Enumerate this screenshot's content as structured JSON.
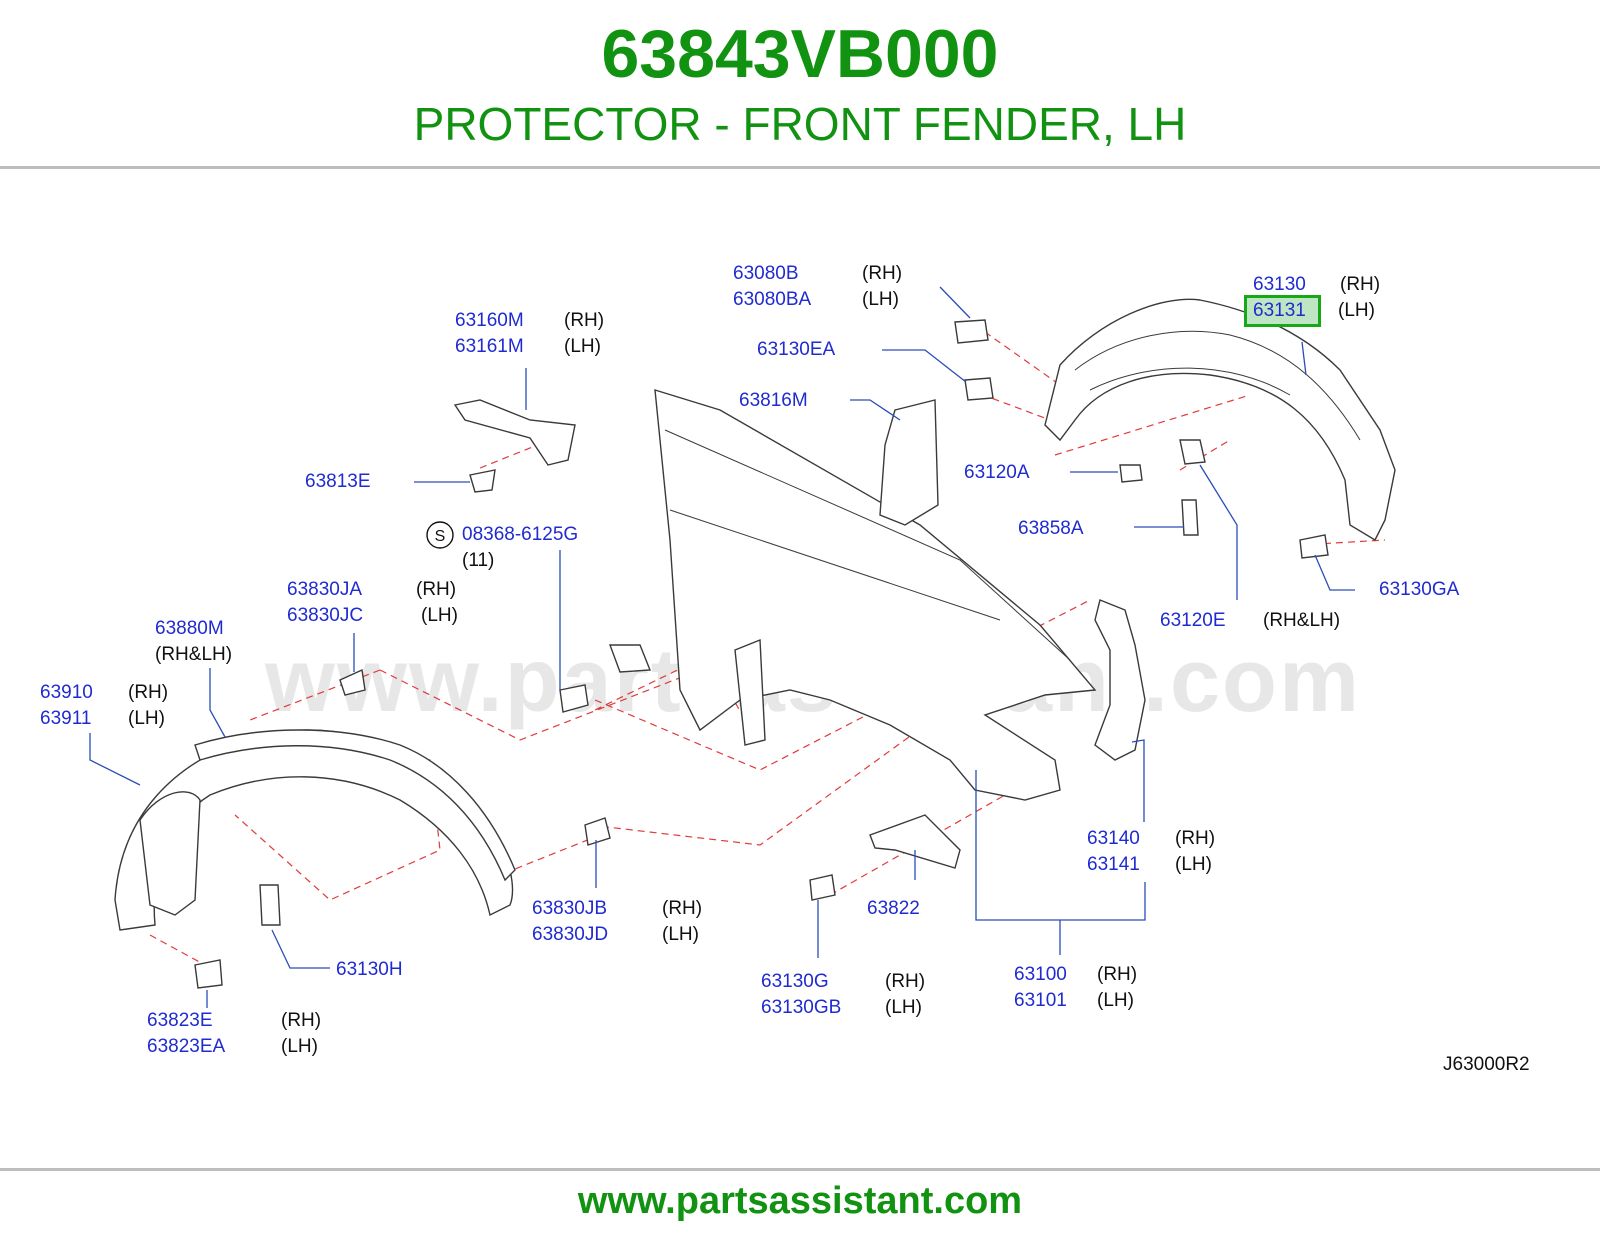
{
  "header": {
    "part_number": "63843VB000",
    "part_name": "PROTECTOR - FRONT FENDER, LH"
  },
  "colors": {
    "title_green": "#119211",
    "label_blue": "#1f2bd1",
    "leader_red": "#e23a3a",
    "highlight_fill": "#bfe6c2",
    "highlight_border": "#16a816"
  },
  "watermark": "www.partsassistant.com",
  "diagram_ref": "J63000R2",
  "callouts": [
    {
      "id": "63080",
      "rows": [
        {
          "pn": "63080B",
          "side": "(RH)"
        },
        {
          "pn": "63080BA",
          "side": "(LH)"
        }
      ]
    },
    {
      "id": "63130",
      "rows": [
        {
          "pn": "63130",
          "side": "(RH)"
        },
        {
          "pn": "63131",
          "side": "(LH)"
        }
      ]
    },
    {
      "id": "63160",
      "rows": [
        {
          "pn": "63160M",
          "side": "(RH)"
        },
        {
          "pn": "63161M",
          "side": "(LH)"
        }
      ]
    },
    {
      "id": "63130EA",
      "rows": [
        {
          "pn": "63130EA",
          "side": ""
        }
      ]
    },
    {
      "id": "63816M",
      "rows": [
        {
          "pn": "63816M",
          "side": ""
        }
      ]
    },
    {
      "id": "63813E",
      "rows": [
        {
          "pn": "63813E",
          "side": ""
        }
      ]
    },
    {
      "id": "63120A",
      "rows": [
        {
          "pn": "63120A",
          "side": ""
        }
      ]
    },
    {
      "id": "08368",
      "rows": [
        {
          "pn": "08368-6125G",
          "side": "(11)"
        }
      ]
    },
    {
      "id": "63858A",
      "rows": [
        {
          "pn": "63858A",
          "side": ""
        }
      ]
    },
    {
      "id": "63130GA",
      "rows": [
        {
          "pn": "63130GA",
          "side": ""
        }
      ]
    },
    {
      "id": "63830JA",
      "rows": [
        {
          "pn": "63830JA",
          "side": "(RH)"
        },
        {
          "pn": "63830JC",
          "side": "(LH)"
        }
      ]
    },
    {
      "id": "63880M",
      "rows": [
        {
          "pn": "63880M",
          "side": "(RH&LH)"
        }
      ]
    },
    {
      "id": "63120E",
      "rows": [
        {
          "pn": "63120E",
          "side": "(RH&LH)"
        }
      ]
    },
    {
      "id": "63910",
      "rows": [
        {
          "pn": "63910",
          "side": "(RH)"
        },
        {
          "pn": "63911",
          "side": "(LH)"
        }
      ]
    },
    {
      "id": "63140",
      "rows": [
        {
          "pn": "63140",
          "side": "(RH)"
        },
        {
          "pn": "63141",
          "side": "(LH)"
        }
      ]
    },
    {
      "id": "63830JB",
      "rows": [
        {
          "pn": "63830JB",
          "side": "(RH)"
        },
        {
          "pn": "63830JD",
          "side": "(LH)"
        }
      ]
    },
    {
      "id": "63822",
      "rows": [
        {
          "pn": "63822",
          "side": ""
        }
      ]
    },
    {
      "id": "63130H",
      "rows": [
        {
          "pn": "63130H",
          "side": ""
        }
      ]
    },
    {
      "id": "63130G",
      "rows": [
        {
          "pn": "63130G",
          "side": "(RH)"
        },
        {
          "pn": "63130GB",
          "side": "(LH)"
        }
      ]
    },
    {
      "id": "63100",
      "rows": [
        {
          "pn": "63100",
          "side": "(RH)"
        },
        {
          "pn": "63101",
          "side": "(LH)"
        }
      ]
    },
    {
      "id": "63823E",
      "rows": [
        {
          "pn": "63823E",
          "side": "(RH)"
        },
        {
          "pn": "63823EA",
          "side": "(LH)"
        }
      ]
    }
  ],
  "footer_url": "www.partsassistant.com"
}
